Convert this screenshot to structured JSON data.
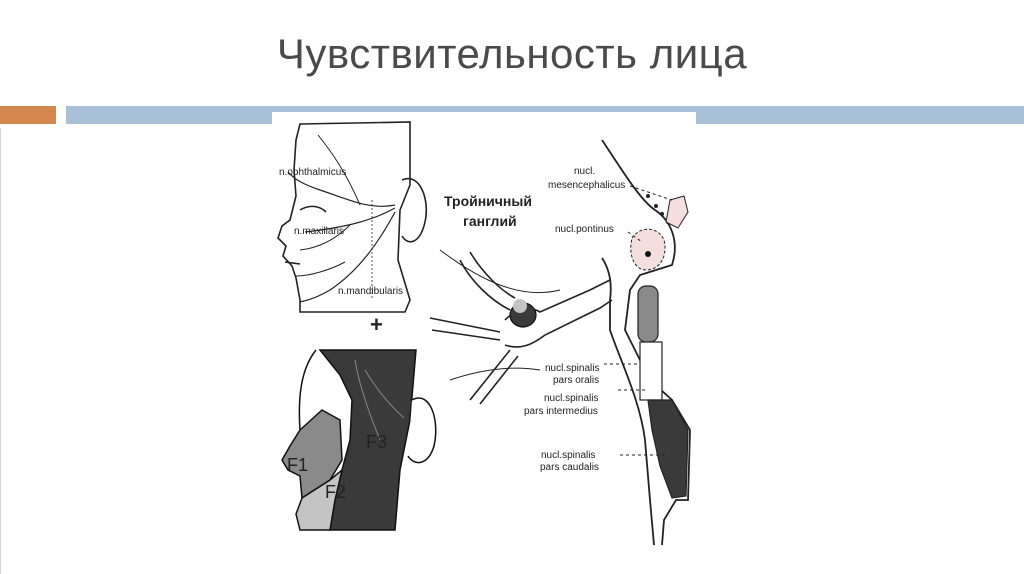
{
  "slide": {
    "title": "Чувствительность лица"
  },
  "diagram": {
    "labels": {
      "ophthalmicus": "n.ophthalmicus",
      "maxillaris": "n.maxillaris",
      "mandibularis": "n.mandibularis",
      "plus": "+",
      "ganglion_line1": "Тройничный",
      "ganglion_line2": "ганглий",
      "mesenceph_line1": "nucl.",
      "mesenceph_line2": "mesencephalicus",
      "pontinus": "nucl.pontinus",
      "oralis_line1": "nucl.spinalis",
      "oralis_line2": "pars oralis",
      "intermed_line1": "nucl.spinalis",
      "intermed_line2": "pars intermedius",
      "caudalis_line1": "nucl.spinalis",
      "caudalis_line2": "pars caudalis",
      "f1": "F1",
      "f2": "F2",
      "f3": "F3"
    },
    "colors": {
      "zone_dark": "#3a3a3a",
      "zone_mid": "#8a8a8a",
      "zone_light": "#c4c4c4",
      "nucleus_pink": "#f4dede",
      "accent_orange": "#d4884f",
      "accent_blue": "#a9c0d9"
    }
  }
}
